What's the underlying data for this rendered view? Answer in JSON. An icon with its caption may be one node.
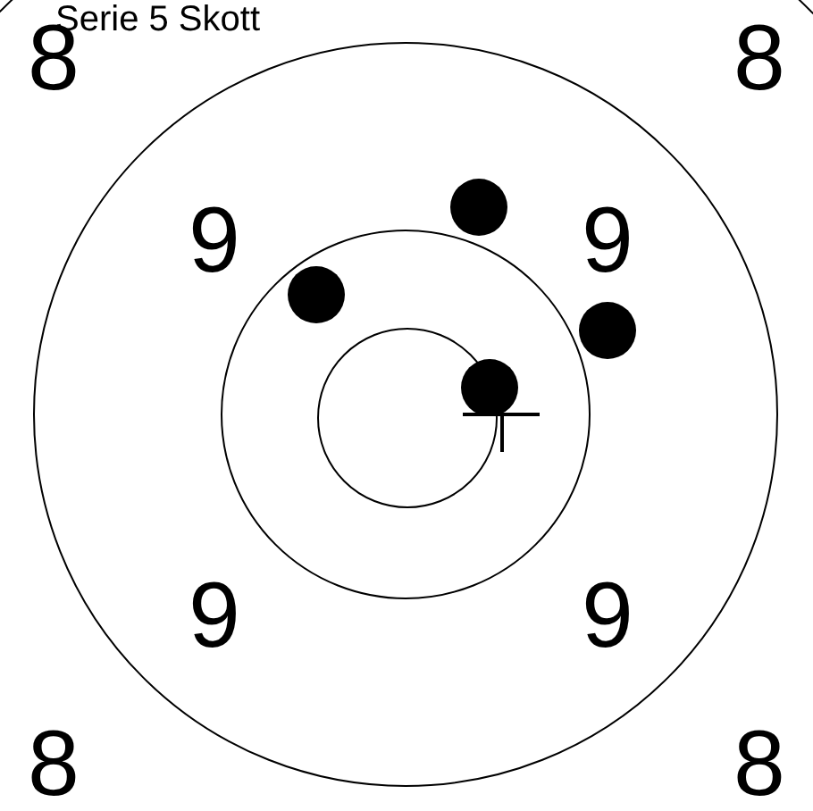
{
  "diagram": {
    "title": "Serie 5 Skott",
    "labels": [
      "8",
      "8",
      "9",
      "9",
      "9",
      "9",
      "8",
      "8"
    ]
  }
}
